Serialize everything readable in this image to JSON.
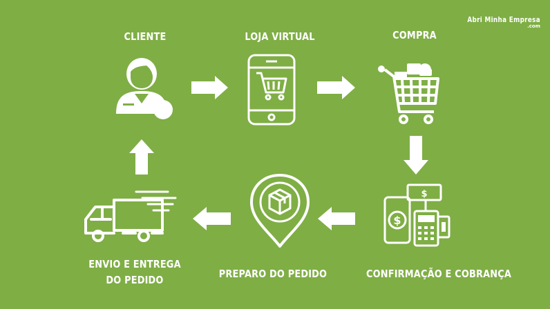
{
  "brand": {
    "name": "Abri Minha Empresa",
    "suffix": ".com"
  },
  "colors": {
    "background": "#7fae45",
    "foreground": "#ffffff"
  },
  "steps": [
    {
      "label": "CLIENTE",
      "icon": "customer-icon"
    },
    {
      "label": "LOJA VIRTUAL",
      "icon": "mobile-shop-icon"
    },
    {
      "label": "COMPRA",
      "icon": "shopping-cart-icon"
    },
    {
      "label": "CONFIRMAÇÃO E COBRANÇA",
      "icon": "payment-icon"
    },
    {
      "label": "PREPARO DO PEDIDO",
      "icon": "package-pin-icon"
    },
    {
      "label_line1": "ENVIO E ENTREGA",
      "label_line2": "DO PEDIDO",
      "icon": "delivery-truck-icon"
    }
  ]
}
